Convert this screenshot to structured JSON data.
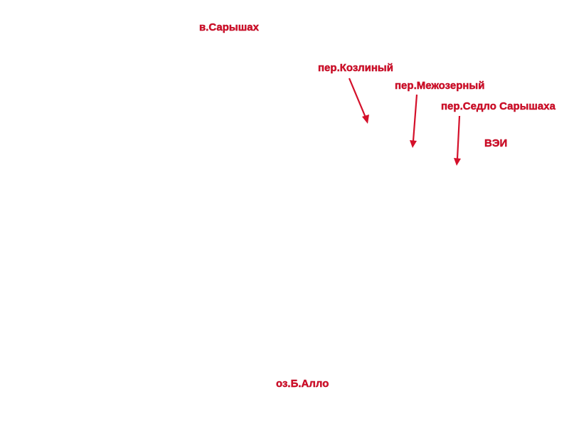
{
  "labels": {
    "summit": "в.Сарышах",
    "pass_kozliny": "пер.Козлиный",
    "pass_mezhozerny": "пер.Межозерный",
    "pass_sedlo": "пер.Седло Сарышаха",
    "vei": "ВЭИ",
    "lake": "оз.Б.Алло"
  },
  "colors": {
    "label": "#d4102a",
    "arrow": "#d4102a"
  }
}
